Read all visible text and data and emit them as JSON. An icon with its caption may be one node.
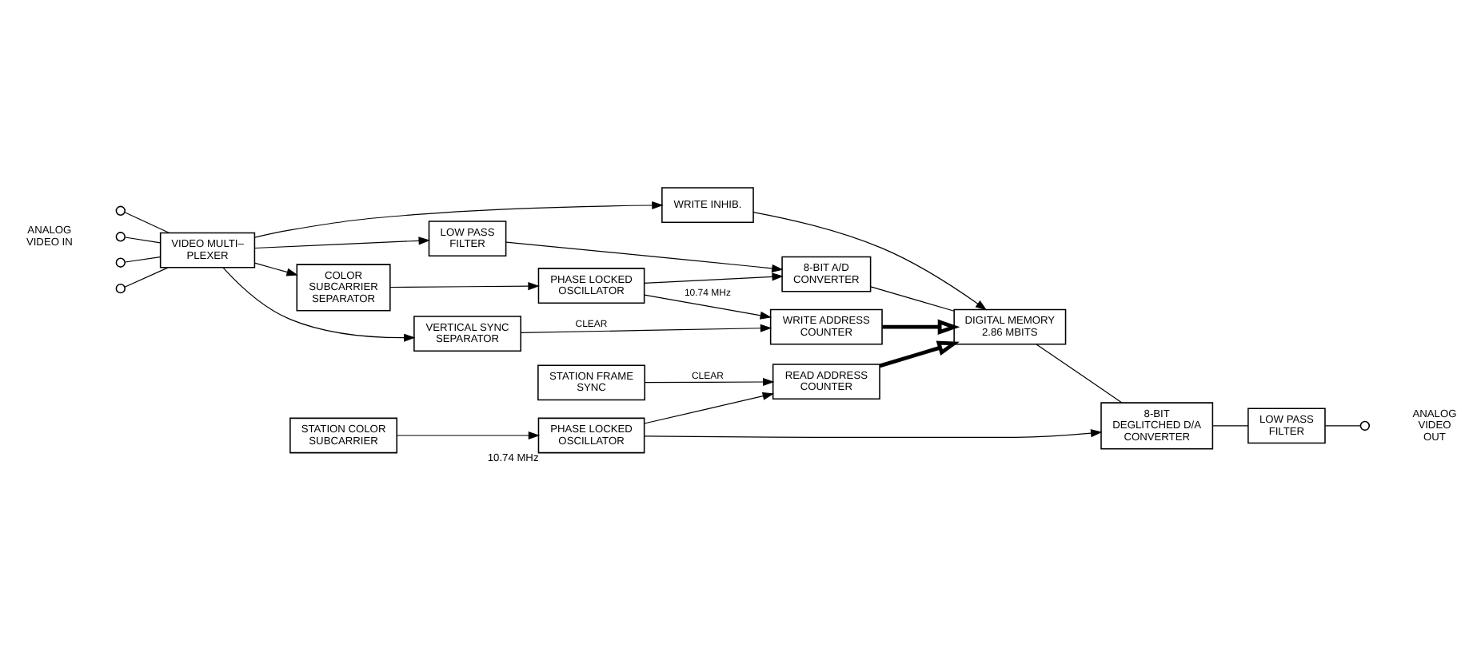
{
  "diagram": {
    "nodes": [
      {
        "text": [],
        "shape": "circle"
      },
      {
        "text": [],
        "shape": "circle"
      },
      {
        "text": [],
        "shape": "circle"
      },
      {
        "text": [],
        "shape": "circle"
      },
      {
        "text": [
          "VIDEO MULTI– PLEXER"
        ]
      },
      {
        "text": [
          "LOW PASS FILTER"
        ]
      },
      {
        "text": [
          "8-BIT A/D CONVERTER"
        ]
      },
      {
        "text": [
          "DIGITAL MEMORY 2.86 MBITS"
        ]
      },
      {
        "text": [
          "8-BIT DEGLITCHED D/A CONVERTER"
        ]
      },
      {
        "text": [
          "LOW PASS FILTER"
        ]
      },
      {
        "text": [],
        "shape": "circle"
      },
      {
        "text": [
          "WRITE INHIB."
        ]
      },
      {
        "text": [
          "COLOR SUBCARRIER SEPARATOR"
        ]
      },
      {
        "text": [
          "PHASE LOCKED OSCILLATOR"
        ]
      },
      {
        "text": [
          "WRITE ADDRESS COUNTER"
        ]
      },
      {
        "text": [
          "READ ADDRESS COUNTER"
        ]
      },
      {
        "text": [
          "PHASE LOCKED OSCILLATOR"
        ],
        "beside": [
          "10.74 MHz"
        ]
      },
      {
        "text": [
          "STATION COLOR SUBCARRIER"
        ]
      },
      {
        "text": [
          "VERTICAL SYNC SEPARATOR"
        ]
      },
      {
        "text": [
          "STATION FRAME SYNC"
        ]
      }
    ],
    "edges": [
      {
        "from": 0,
        "to": 4,
        "arrow": "none"
      },
      {
        "from": 1,
        "to": 4,
        "arrow": "none"
      },
      {
        "from": 2,
        "to": 4,
        "arrow": "none"
      },
      {
        "from": 3,
        "to": 4,
        "arrow": "none"
      },
      {
        "from": 4,
        "to": 5,
        "arrow": "to"
      },
      {
        "from": 5,
        "to": 6,
        "arrow": "to"
      },
      {
        "from": 6,
        "to": 7,
        "arrow": "none"
      },
      {
        "from": 7,
        "to": 8,
        "arrow": "none"
      },
      {
        "from": 8,
        "to": 9,
        "arrow": "none"
      },
      {
        "from": 9,
        "to": 10,
        "arrow": "none"
      },
      {
        "from": 4,
        "to": 11,
        "arrow": "to"
      },
      {
        "from": 11,
        "to": 7,
        "arrow": "to"
      },
      {
        "from": 4,
        "to": 12,
        "arrow": "to"
      },
      {
        "from": 4,
        "to": 18,
        "arrow": "to"
      },
      {
        "from": 12,
        "to": 13,
        "arrow": "to"
      },
      {
        "from": 13,
        "to": 14,
        "arrow": "to",
        "label": "10.74 MHz"
      },
      {
        "from": 13,
        "to": 6,
        "arrow": "to"
      },
      {
        "from": 18,
        "to": 14,
        "arrow": "to",
        "label": "CLEAR"
      },
      {
        "from": 14,
        "to": 7,
        "arrow": "to",
        "style": "thick"
      },
      {
        "from": 15,
        "to": 7,
        "arrow": "to",
        "style": "thick"
      },
      {
        "from": 17,
        "to": 16,
        "arrow": "to"
      },
      {
        "from": 16,
        "to": 15,
        "arrow": "to"
      },
      {
        "from": 16,
        "to": 8,
        "arrow": "to"
      },
      {
        "from": 19,
        "to": 15,
        "arrow": "to",
        "label": "CLEAR"
      }
    ],
    "labels": [
      "ANALOG VIDEO IN",
      "ANALOG VIDEO OUT"
    ]
  }
}
